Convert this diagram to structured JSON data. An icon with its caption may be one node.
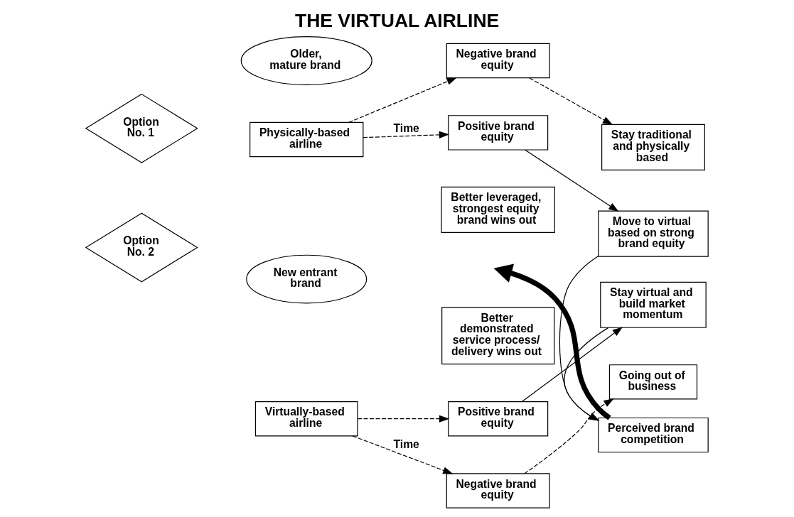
{
  "diagram": {
    "title": "THE VIRTUAL AIRLINE",
    "nodes": [
      {
        "text": [
          "Option No. 1"
        ]
      },
      {
        "text": [
          "Older, mature brand"
        ]
      },
      {
        "text": [
          "Physically-based airline"
        ]
      },
      {
        "text": [
          "Negative brand equity"
        ]
      },
      {
        "text": [
          "Positive brand equity"
        ]
      },
      {
        "text": [
          "Stay traditional and physically based"
        ]
      },
      {
        "text": [
          "Move to virtual based on strong brand equity"
        ]
      },
      {
        "text": [
          "Better leveraged, strongest equity brand wins out"
        ]
      },
      {
        "text": [
          "Perceived brand competition"
        ]
      },
      {
        "text": [
          "Better demonstrated service process/ delivery wins out"
        ]
      },
      {
        "text": [
          "Option No. 2"
        ]
      },
      {
        "text": [
          "New entrant brand"
        ]
      },
      {
        "text": [
          "Virtually-based airline"
        ]
      },
      {
        "text": [
          "Positive brand equity"
        ]
      },
      {
        "text": [
          "Stay virtual and build market momentum"
        ]
      },
      {
        "text": [
          "Negative brand equity"
        ]
      },
      {
        "text": [
          "Going out of business"
        ]
      }
    ],
    "edges": [
      {
        "from": 2,
        "to": 3,
        "arrow": "to",
        "style": "dashed"
      },
      {
        "from": 2,
        "to": 4,
        "arrow": "to",
        "style": "dashed",
        "label": "Time"
      },
      {
        "from": 3,
        "to": 5,
        "arrow": "to",
        "style": "dashed"
      },
      {
        "from": 4,
        "to": 6,
        "arrow": "to"
      },
      {
        "from": 6,
        "to": 8,
        "arrow": "to"
      },
      {
        "from": 14,
        "to": 8,
        "arrow": "to"
      },
      {
        "from": 8,
        "to": null,
        "arrow": "to",
        "style": "thick"
      },
      {
        "from": 12,
        "to": 13,
        "arrow": "to",
        "style": "dashed"
      },
      {
        "from": 12,
        "to": 15,
        "arrow": "to",
        "style": "dashed",
        "label": "Time"
      },
      {
        "from": 13,
        "to": 14,
        "arrow": "to"
      },
      {
        "from": 15,
        "to": 16,
        "arrow": "to",
        "style": "dashed"
      }
    ]
  }
}
